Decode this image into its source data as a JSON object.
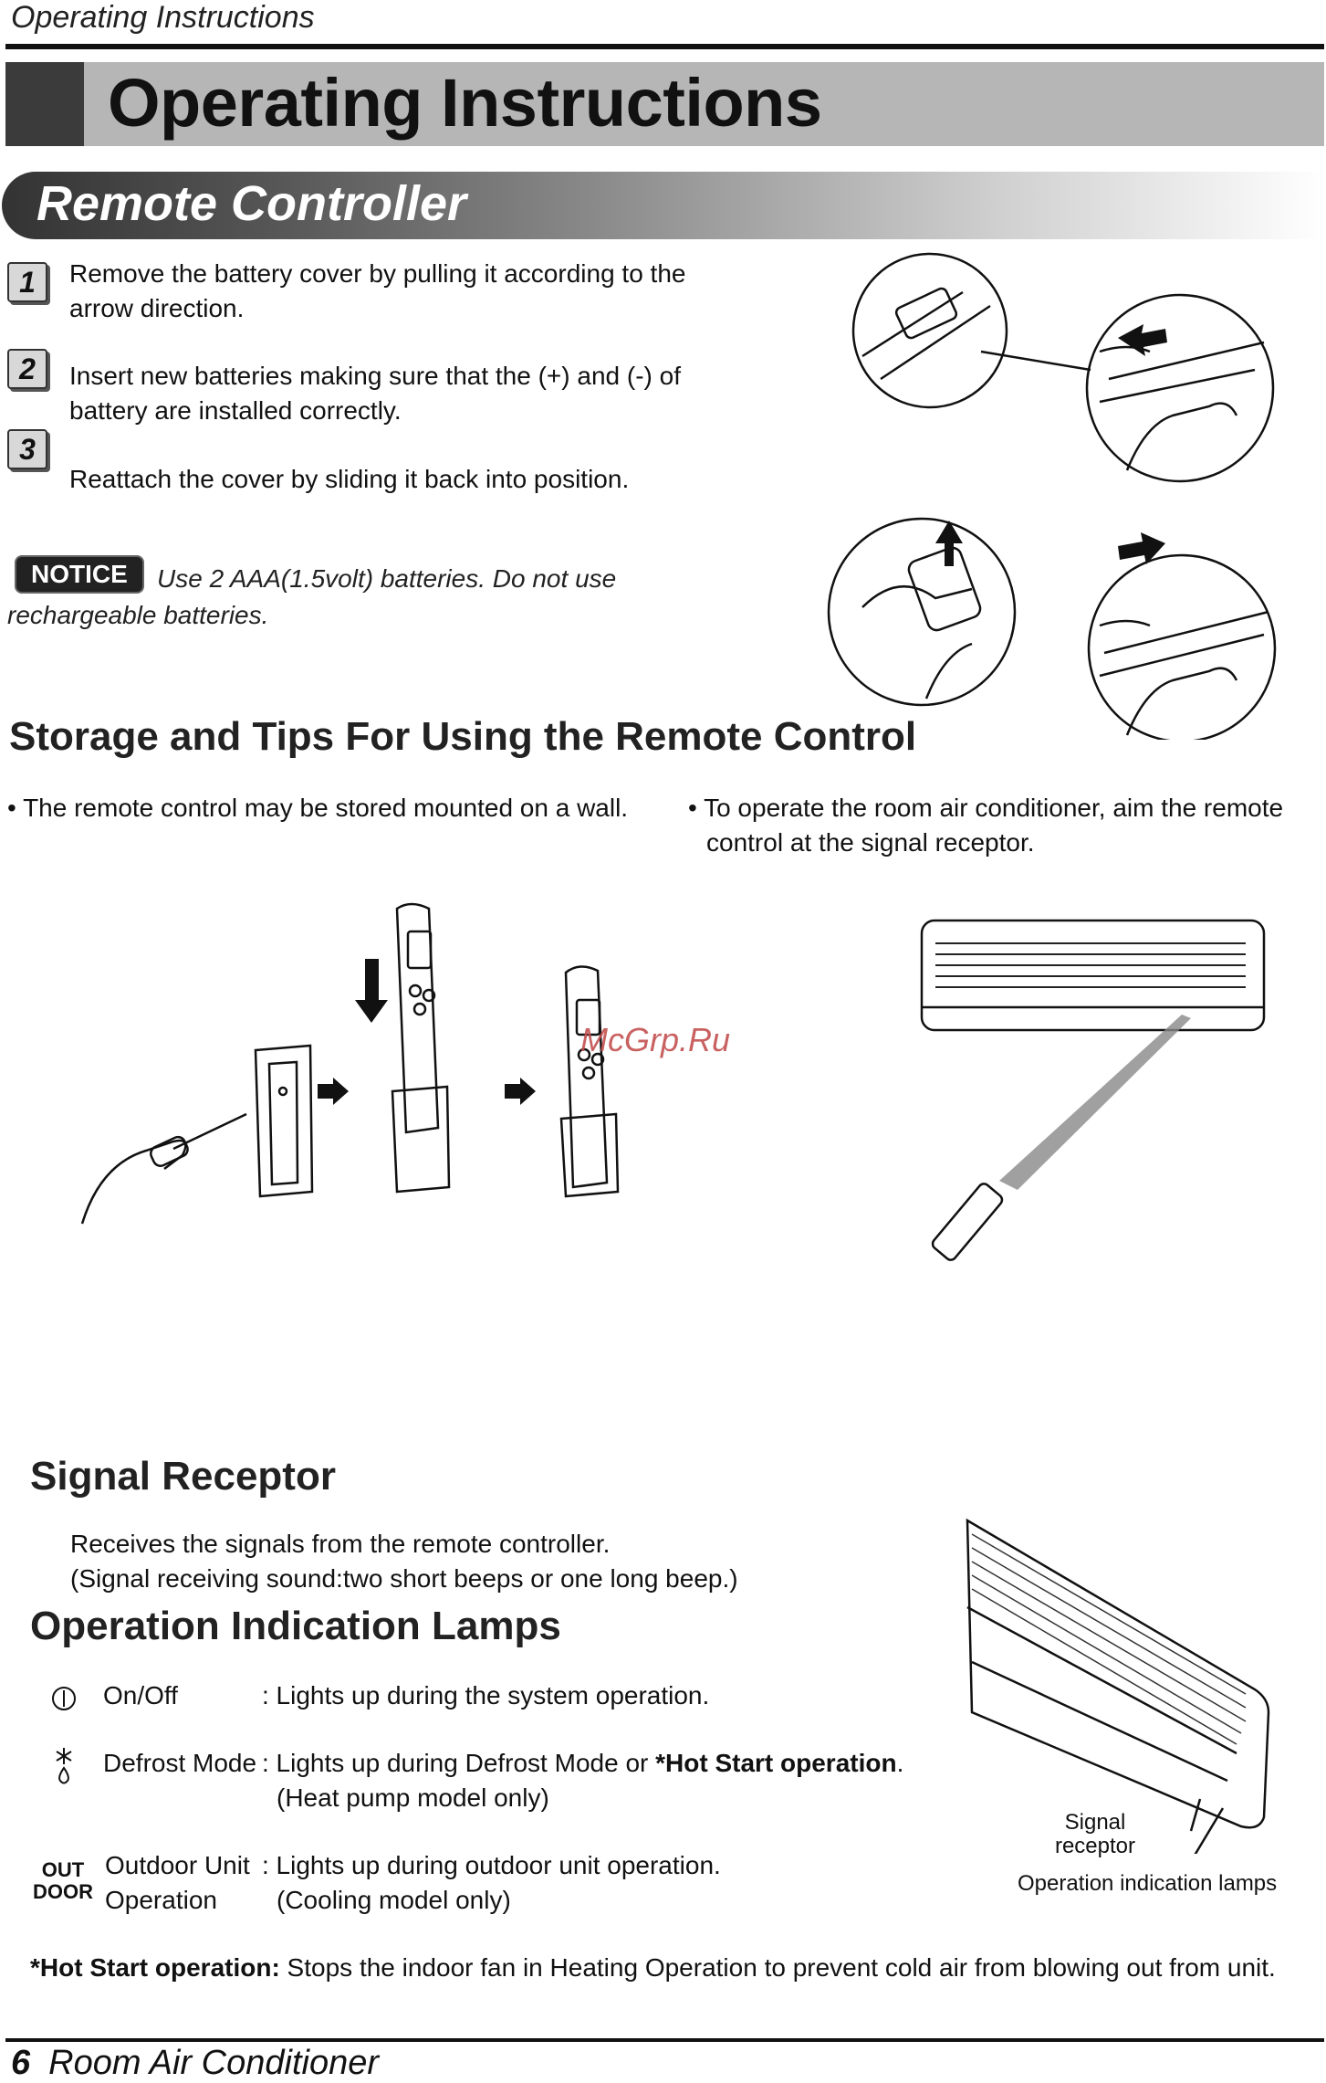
{
  "running_head": "Operating Instructions",
  "title": "Operating Instructions",
  "section": "Remote Controller",
  "steps": [
    {
      "num": "1",
      "text": "Remove the battery cover by pulling it according to the arrow direction."
    },
    {
      "num": "2",
      "text": "Insert new batteries making sure that the (+) and (-) of battery are installed correctly."
    },
    {
      "num": "3",
      "text": "Reattach the cover by sliding it back into position."
    }
  ],
  "notice": {
    "label": "NOTICE",
    "text": "Use 2 AAA(1.5volt) batteries. Do not use rechargeable batteries."
  },
  "storage": {
    "heading": "Storage and Tips For Using the Remote Control",
    "bullets": [
      "• The remote control may be stored mounted on a wall.",
      "• To operate the room air conditioner, aim the remote control at the signal receptor."
    ]
  },
  "watermark": "McGrp.Ru",
  "signal": {
    "heading": "Signal Receptor",
    "line1": "Receives the signals from the remote controller.",
    "line2": "(Signal receiving sound:two short beeps or one long beep.)"
  },
  "lamps": {
    "heading": "Operation Indication Lamps",
    "items": [
      {
        "icon": "power-icon",
        "name": "On/Off",
        "desc": ": Lights up during the system operation.",
        "desc2": ""
      },
      {
        "icon": "defrost-icon",
        "name": "Defrost Mode",
        "desc_pre": ": Lights up during Defrost Mode or ",
        "desc_bold": "*Hot Start operation",
        "desc_post": ".",
        "desc2": "(Heat pump model only)"
      },
      {
        "icon_text_1": "OUT",
        "icon_text_2": "DOOR",
        "name_1": "Outdoor Unit",
        "name_2": "Operation",
        "desc": ": Lights up during outdoor unit operation.",
        "desc2": "(Cooling model only)"
      }
    ]
  },
  "unit_labels": {
    "signal_receptor_1": "Signal",
    "signal_receptor_2": "receptor",
    "operation_lamps": "Operation indication lamps"
  },
  "hot_start": {
    "bold": "*Hot Start operation:",
    "text": " Stops the indoor fan in Heating Operation to prevent cold air from blowing out from unit."
  },
  "footer": {
    "page": "6",
    "title": "Room Air Conditioner"
  }
}
